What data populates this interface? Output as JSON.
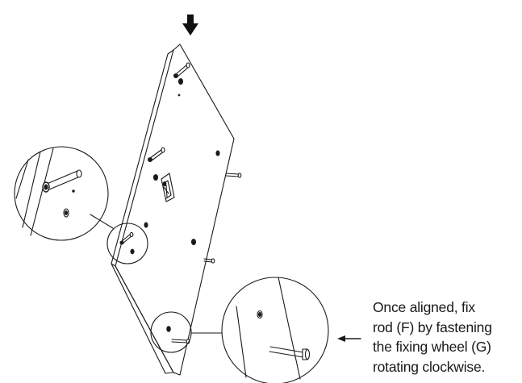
{
  "instruction": {
    "lines": [
      "Once aligned, fix",
      "rod (F) by fastening",
      "the fixing wheel (G)",
      "rotating clockwise."
    ]
  }
}
